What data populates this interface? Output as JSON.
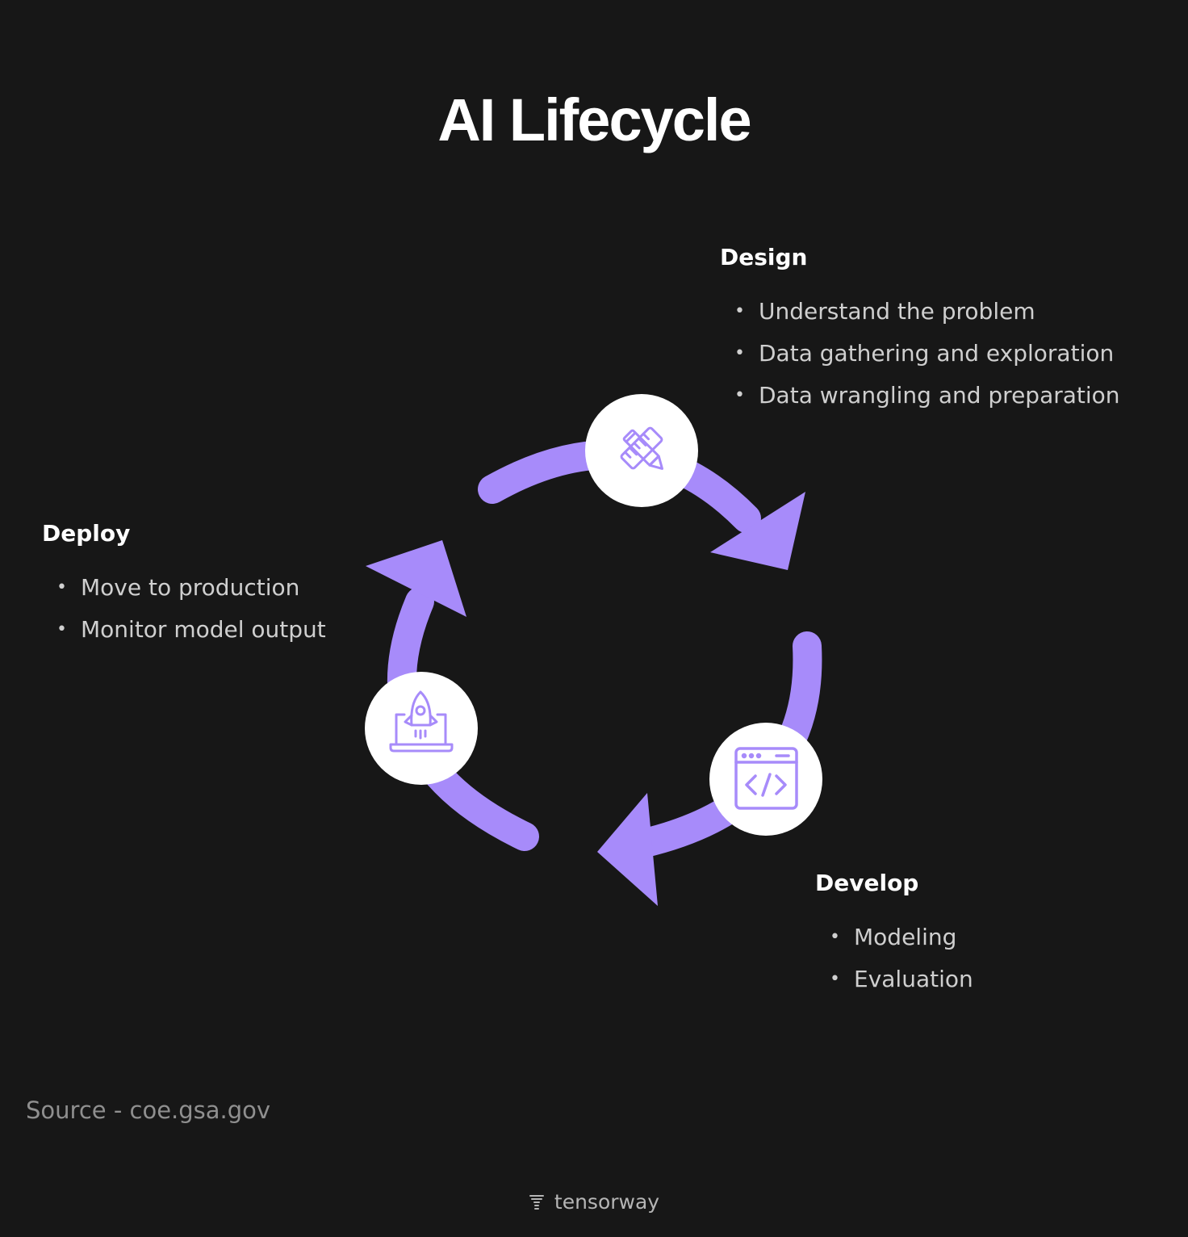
{
  "title": "AI Lifecycle",
  "colors": {
    "background": "#171717",
    "accent": "#a78bfa",
    "icon_circle": "#ffffff",
    "text_primary": "#ffffff",
    "text_secondary": "#cfcfcf"
  },
  "stages": {
    "design": {
      "title": "Design",
      "icon": "design-tools-icon",
      "items": [
        "Understand the problem",
        "Data gathering and exploration",
        "Data wrangling and preparation"
      ]
    },
    "develop": {
      "title": "Develop",
      "icon": "code-window-icon",
      "items": [
        "Modeling",
        "Evaluation"
      ]
    },
    "deploy": {
      "title": "Deploy",
      "icon": "rocket-laptop-icon",
      "items": [
        "Move to production",
        "Monitor model output"
      ]
    }
  },
  "source": "Source - coe.gsa.gov",
  "brand": "tensorway"
}
